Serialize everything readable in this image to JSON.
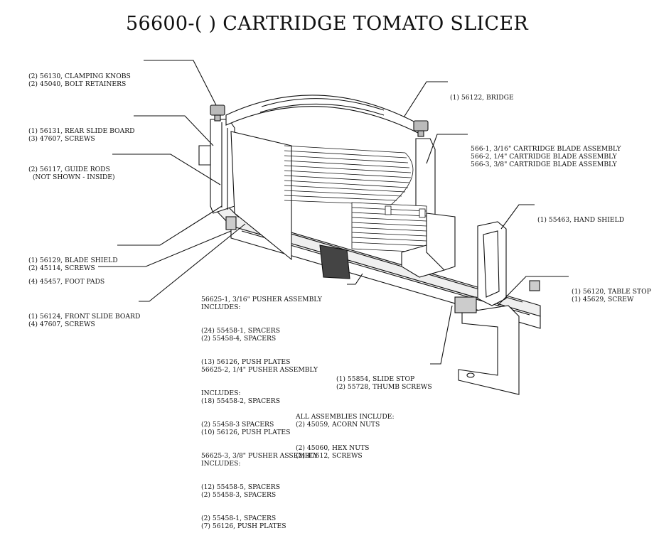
{
  "title": "56600-( ) CARTRIDGE TOMATO SLICER",
  "labels": {
    "clamping_knobs": [
      "(2) 56130, CLAMPING KNOBS",
      "(2) 45040, BOLT RETAINERS"
    ],
    "bridge": [
      "(1) 56122, BRIDGE"
    ],
    "rear_slide_board": [
      "(1) 56131, REAR SLIDE BOARD",
      "(3) 47607, SCREWS"
    ],
    "cartridge_blade": [
      "566-1, 3/16\" CARTRIDGE BLADE ASSEMBLY",
      "566-2, 1/4\" CARTRIDGE BLADE ASSEMBLY",
      "566-3, 3/8\" CARTRIDGE BLADE ASSEMBLY"
    ],
    "guide_rods": [
      "(2) 56117, GUIDE RODS",
      "  (NOT SHOWN - INSIDE)"
    ],
    "hand_shield": [
      "(1) 55463, HAND SHIELD"
    ],
    "blade_shield": [
      "(1) 56129, BLADE SHIELD",
      "(2) 45114, SCREWS"
    ],
    "foot_pads": [
      "(4) 45457, FOOT PADS"
    ],
    "table_stop": [
      "(1) 56120, TABLE STOP",
      "(1) 45629, SCREW"
    ],
    "front_slide_board": [
      "(1) 56124, FRONT SLIDE BOARD",
      "(4) 47607, SCREWS"
    ],
    "pusher_assembly": [
      "56625-1, 3/16\" PUSHER ASSEMBLY",
      "INCLUDES:",
      "(24) 55458-1, SPACERS",
      "(2) 55458-4, SPACERS",
      "(13) 56126, PUSH PLATES",
      "56625-2, 1/4\" PUSHER ASSEMBLY",
      "INCLUDES:",
      "(18) 55458-2, SPACERS",
      "(2) 55458-3 SPACERS",
      "(10) 56126, PUSH PLATES",
      "56625-3, 3/8\" PUSHER ASSEMBLY",
      "INCLUDES:",
      "(12) 55458-5, SPACERS",
      "(2) 55458-3, SPACERS",
      "(2) 55458-1, SPACERS",
      "(7) 56126, PUSH PLATES"
    ],
    "slide_stop": [
      "(1) 55854, SLIDE STOP",
      "(2) 55728, THUMB SCREWS"
    ],
    "all_assemblies": [
      "ALL ASSEMBLIES INCLUDE:",
      "(2) 45059, ACORN NUTS",
      "(2) 45060, HEX NUTS",
      "(2) 47612, SCREWS"
    ]
  },
  "colors": {
    "line": "#111111",
    "shade": "#d9d9d9",
    "dark": "#555555"
  }
}
